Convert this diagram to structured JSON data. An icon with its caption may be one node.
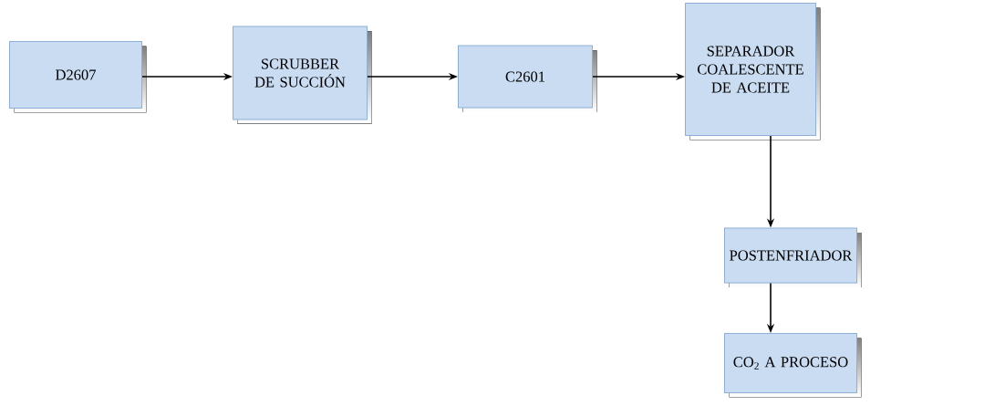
{
  "diagram": {
    "nodes": [
      {
        "text": [
          "D2607"
        ]
      },
      {
        "text": [
          "SCRUBBER DE SUCCIÓN"
        ]
      },
      {
        "text": [
          "C2601"
        ]
      },
      {
        "text": [
          "SEPARADOR COALESCENTE DE ACEITE"
        ]
      },
      {
        "text": [
          "POSTENFRIADOR"
        ]
      },
      {
        "text": [
          "CO$_{2}$ A PROCESO"
        ]
      }
    ],
    "edges": [
      {
        "from": 0,
        "to": 1,
        "arrow": "to"
      },
      {
        "from": 1,
        "to": 2,
        "arrow": "to"
      },
      {
        "from": 2,
        "to": 3,
        "arrow": "to"
      },
      {
        "from": 3,
        "to": 4,
        "arrow": "to"
      },
      {
        "from": 4,
        "to": 5,
        "arrow": "to"
      }
    ]
  }
}
